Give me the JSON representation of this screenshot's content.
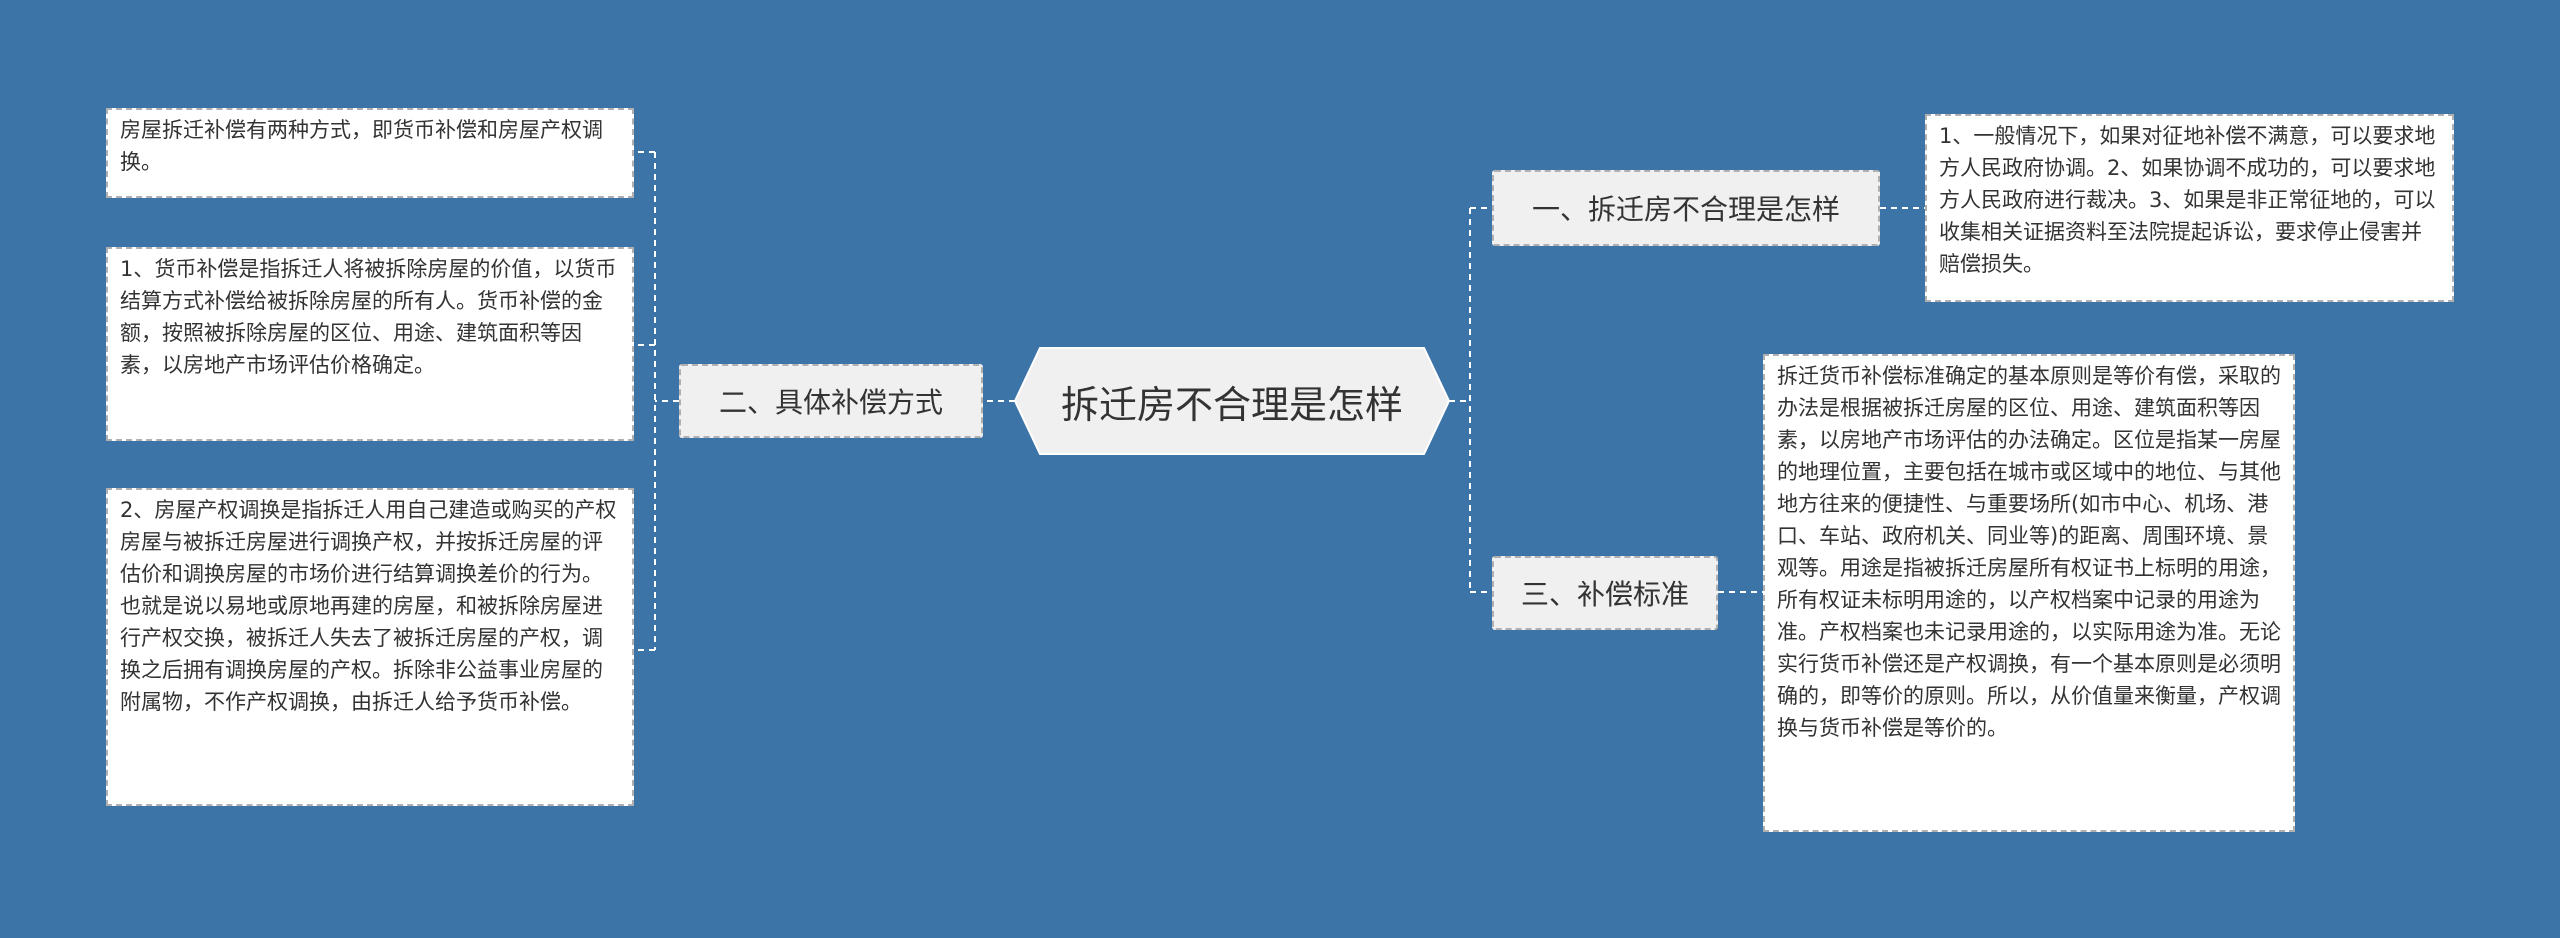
{
  "root": {
    "title": "拆迁房不合理是怎样"
  },
  "left_branch": {
    "label": "二、具体补偿方式",
    "notes": [
      "房屋拆迁补偿有两种方式，即货币补偿和房屋产权调换。",
      "1、货币补偿是指拆迁人将被拆除房屋的价值，以货币结算方式补偿给被拆除房屋的所有人。货币补偿的金额，按照被拆除房屋的区位、用途、建筑面积等因素，以房地产市场评估价格确定。",
      "2、房屋产权调换是指拆迁人用自己建造或购买的产权房屋与被拆迁房屋进行调换产权，并按拆迁房屋的评估价和调换房屋的市场价进行结算调换差价的行为。也就是说以易地或原地再建的房屋，和被拆除房屋进行产权交换，被拆迁人失去了被拆迁房屋的产权，调换之后拥有调换房屋的产权。拆除非公益事业房屋的附属物，不作产权调换，由拆迁人给予货币补偿。"
    ]
  },
  "right_top_branch": {
    "label": "一、拆迁房不合理是怎样",
    "note": "1、一般情况下，如果对征地补偿不满意，可以要求地方人民政府协调。2、如果协调不成功的，可以要求地方人民政府进行裁决。3、如果是非正常征地的，可以收集相关证据资料至法院提起诉讼，要求停止侵害并赔偿损失。"
  },
  "right_bottom_branch": {
    "label": "三、补偿标准",
    "note": "拆迁货币补偿标准确定的基本原则是等价有偿，采取的办法是根据被拆迁房屋的区位、用途、建筑面积等因素，以房地产市场评估的办法确定。区位是指某一房屋的地理位置，主要包括在城市或区域中的地位、与其他地方往来的便捷性、与重要场所(如市中心、机场、港口、车站、政府机关、同业等)的距离、周围环境、景观等。用途是指被拆迁房屋所有权证书上标明的用途，所有权证未标明用途的，以产权档案中记录的用途为准。产权档案也未记录用途的，以实际用途为准。无论实行货币补偿还是产权调换，有一个基本原则是必须明确的，即等价的原则。所以，从价值量来衡量，产权调换与货币补偿是等价的。"
  },
  "colors": {
    "background": "#3d74a7",
    "root_fill": "#f0f0f0",
    "topic_fill": "#f0f0f0",
    "note_fill": "#ffffff",
    "connector": "#ffffff",
    "text": "#333333"
  }
}
